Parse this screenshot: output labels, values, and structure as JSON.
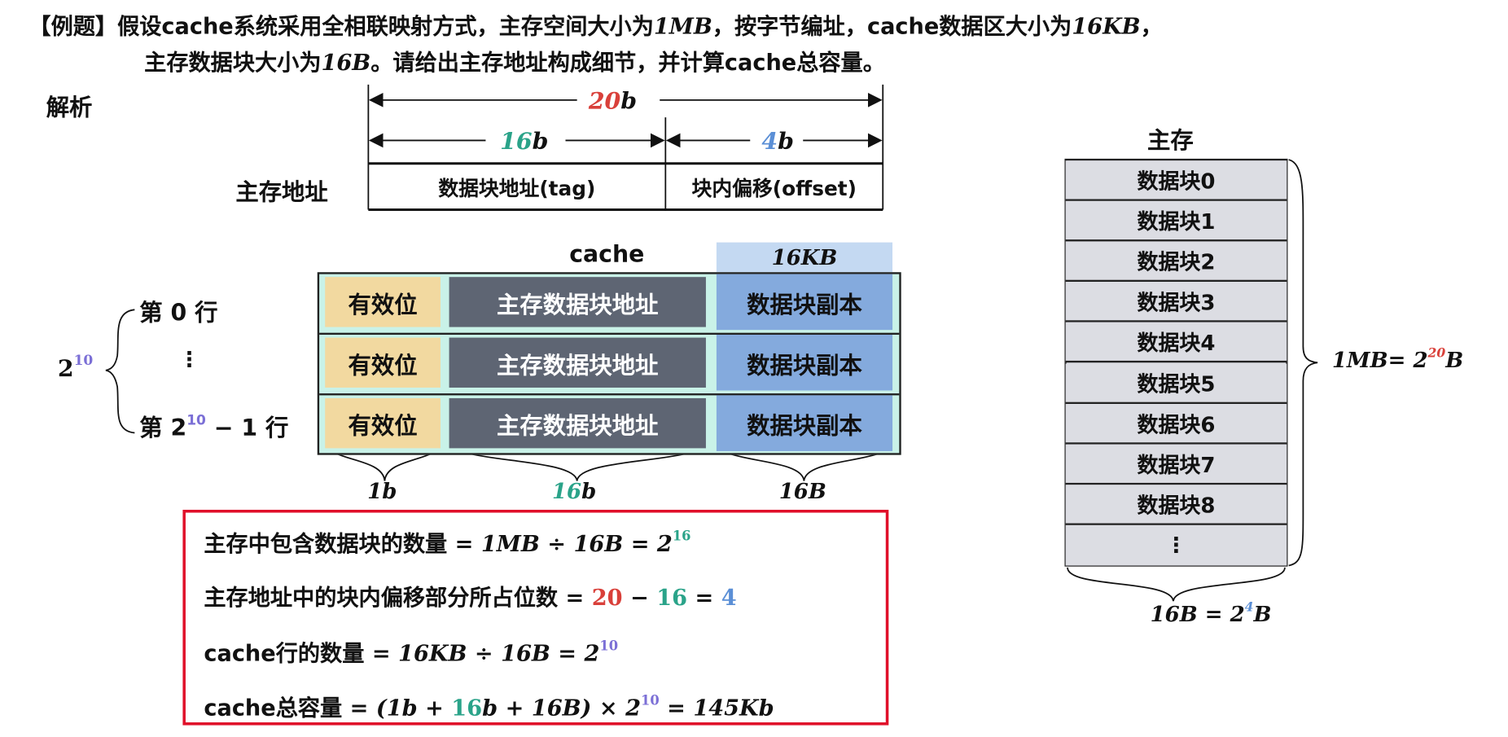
{
  "question": {
    "prefix": "【例题】",
    "line1": "假设cache系统采用全相联映射方式，主存空间大小为",
    "v1": "1MB",
    "line1b": "，按字节编址，cache数据区大小为",
    "v2": "16KB",
    "line1c": "，",
    "line2": "主存数据块大小为",
    "v3": "16B",
    "line2b": "。请给出主存地址构成细节，并计算cache总容量。"
  },
  "analysis_label": "解析",
  "address": {
    "total_num": "20",
    "total_unit": "b",
    "tag_num": "16",
    "tag_unit": "b",
    "offset_num": "4",
    "offset_unit": "b",
    "row_label": "主存地址",
    "tag_label": "数据块地址(tag)",
    "offset_label": "块内偏移(offset)"
  },
  "cache": {
    "title": "cache",
    "data_size": "16KB",
    "rows": [
      {
        "valid": "有效位",
        "tag": "主存数据块地址",
        "data": "数据块副本"
      },
      {
        "valid": "有效位",
        "tag": "主存数据块地址",
        "data": "数据块副本"
      },
      {
        "valid": "有效位",
        "tag": "主存数据块地址",
        "data": "数据块副本"
      }
    ],
    "row_first": "第 0 行",
    "row_dots": "⋮",
    "row_last_prefix": "第 2",
    "row_last_exp": "10",
    "row_last_suffix": " − 1 行",
    "count_base": "2",
    "count_exp": "10",
    "widths": {
      "valid": "1b",
      "tag_num": "16",
      "tag_unit": "b",
      "data": "16B"
    }
  },
  "memory": {
    "title": "主存",
    "blocks": [
      "数据块0",
      "数据块1",
      "数据块2",
      "数据块3",
      "数据块4",
      "数据块5",
      "数据块6",
      "数据块7",
      "数据块8"
    ],
    "dots": "⋮",
    "size_lhs": "1MB= 2",
    "size_exp": "20",
    "size_unit": "B",
    "block_lhs": "16B = 2",
    "block_exp": "4",
    "block_unit": "B"
  },
  "calc": {
    "l1_text": "主存中包含数据块的数量",
    "l1_eq": " = 1MB ÷ 16B = 2",
    "l1_exp": "16",
    "l2_text": "主存地址中的块内偏移部分所占位数",
    "l2_eq": " = ",
    "l2_a": "20",
    "l2_minus": " − ",
    "l2_b": "16",
    "l2_eq2": " = ",
    "l2_c": "4",
    "l3_text": "cache行的数量",
    "l3_eq": " = 16KB ÷ 16B = 2",
    "l3_exp": "10",
    "l4_text": "cache总容量",
    "l4_eq": " = (1b + ",
    "l4_g": "16",
    "l4_rest": "b + 16B) × 2",
    "l4_exp": "10",
    "l4_res": " = 145Kb"
  },
  "colors": {
    "red": "#d9403a",
    "green": "#2aa389",
    "blue": "#5b8fd6",
    "purple": "#7b6fd6",
    "valid_bg": "#f2d9a0",
    "tag_bg": "#5e6573",
    "data_bg": "#84aadd",
    "cache_bg": "#c9f2e8"
  }
}
